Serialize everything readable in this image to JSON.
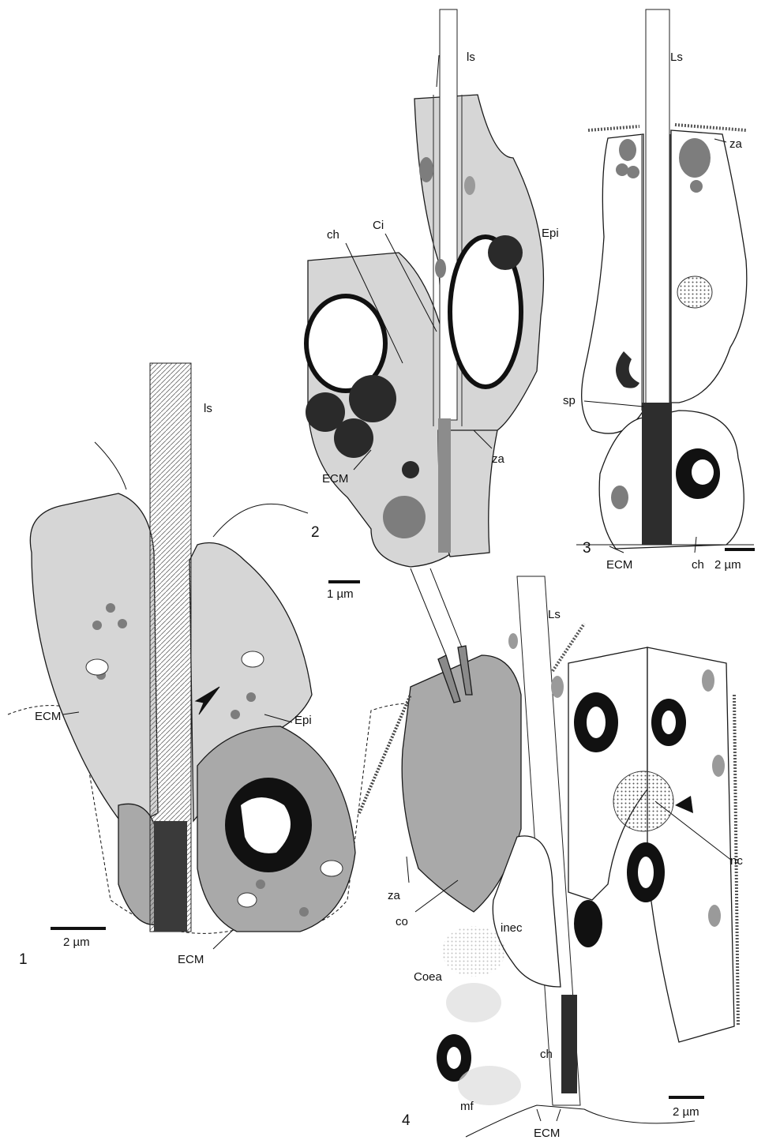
{
  "panels": [
    {
      "number": "1",
      "scale": "2 µm",
      "labels": {
        "ls": "ls",
        "epi": "Epi",
        "ecm_left": "ECM",
        "ecm_bottom": "ECM"
      }
    },
    {
      "number": "2",
      "scale": "1 µm",
      "labels": {
        "ls": "ls",
        "ch": "ch",
        "ci": "Ci",
        "epi": "Epi",
        "za": "za",
        "ecm": "ECM"
      }
    },
    {
      "number": "3",
      "scale": "2 µm",
      "labels": {
        "ls": "Ls",
        "za": "za",
        "sp": "sp",
        "ecm": "ECM",
        "ch": "ch"
      }
    },
    {
      "number": "4",
      "scale": "2 µm",
      "labels": {
        "ls": "Ls",
        "za": "za",
        "co": "co",
        "inec": "inec",
        "nc": "nc",
        "coea": "Coea",
        "ch": "ch",
        "mf": "mf",
        "ecm": "ECM"
      }
    }
  ],
  "colors": {
    "light_cell": "#d6d6d6",
    "dark_cell": "#a9a9a9",
    "organelle": "#7d7d7d",
    "nucleus_dark": "#2a2a2a"
  }
}
